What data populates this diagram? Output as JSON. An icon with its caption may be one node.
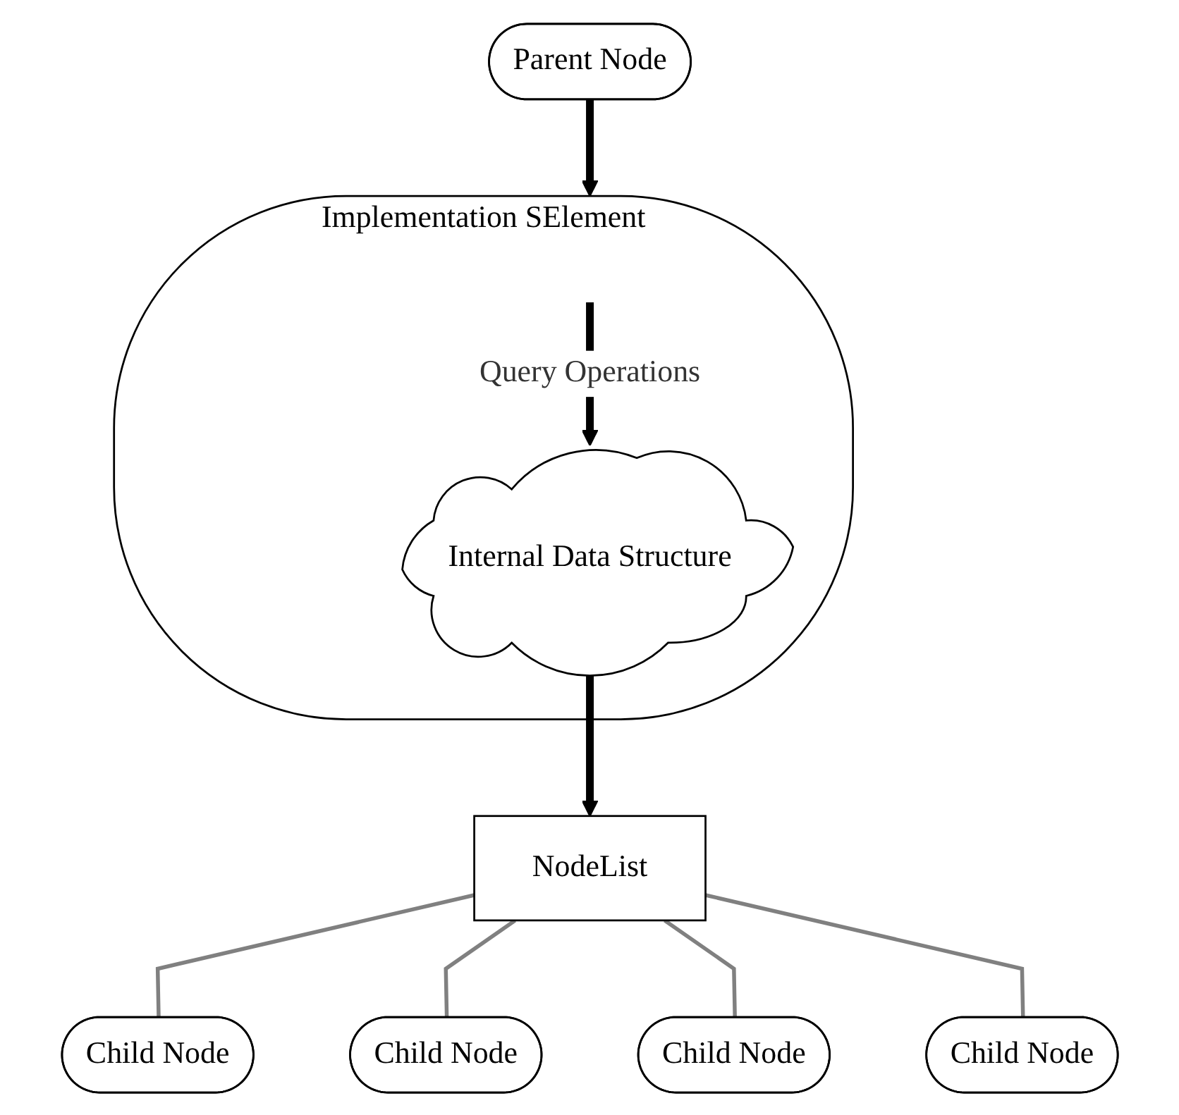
{
  "diagram": {
    "nodes": [
      {
        "text": [
          "Parent Node"
        ]
      },
      {
        "text": [
          "Implementation SElement"
        ]
      },
      {
        "text": [
          "Internal Data Structure"
        ],
        "in": 1
      },
      {
        "text": [
          "NodeList"
        ]
      },
      {
        "text": [
          "Child Node"
        ]
      },
      {
        "text": [
          "Child Node"
        ]
      },
      {
        "text": [
          "Child Node"
        ]
      },
      {
        "text": [
          "Child Node"
        ]
      }
    ],
    "edges": [
      {
        "from": 0,
        "to": 1,
        "arrow": "to",
        "style": "thick",
        "color": "#000000"
      },
      {
        "from": null,
        "to": 2,
        "arrow": "to",
        "label": "Query Operations",
        "style": "thick",
        "color": "#000000"
      },
      {
        "from": 2,
        "to": 3,
        "arrow": "to",
        "style": "thick",
        "color": "#000000"
      },
      {
        "from": 3,
        "to": 4,
        "arrow": "none"
      },
      {
        "from": 3,
        "to": 5,
        "arrow": "none"
      },
      {
        "from": 3,
        "to": 6,
        "arrow": "none"
      },
      {
        "from": 3,
        "to": 7,
        "arrow": "none"
      }
    ]
  }
}
